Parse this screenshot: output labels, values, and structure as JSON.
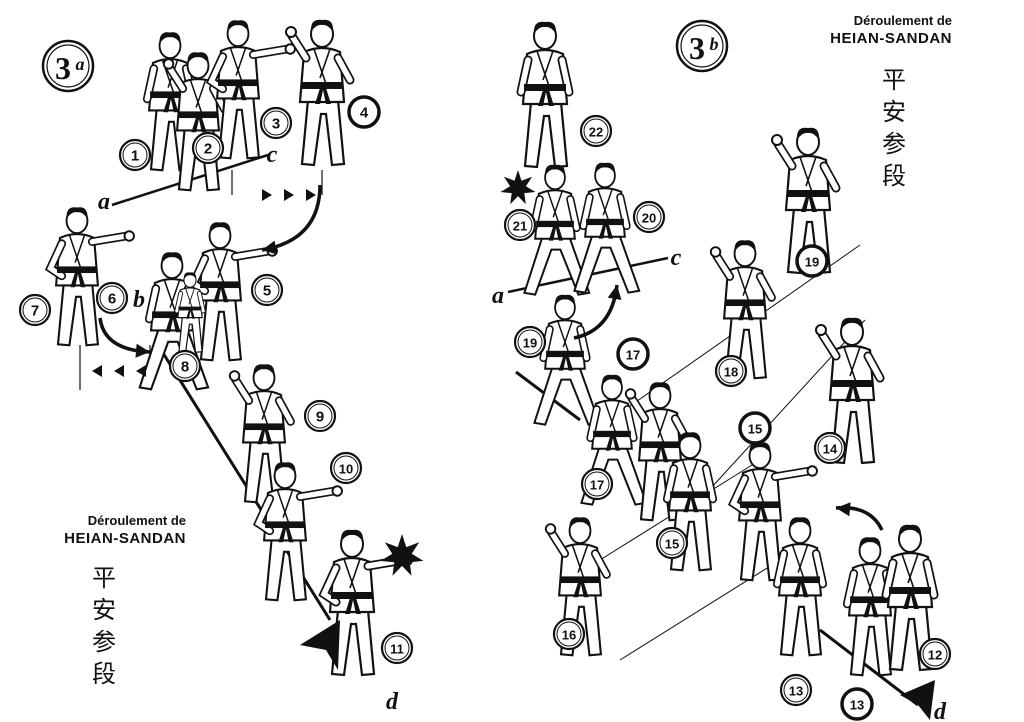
{
  "panels": [
    {
      "id": "3a",
      "badge_num": "3",
      "badge_letter": "a",
      "title_line1": "Déroulement de",
      "title_line2": "HEIAN-SANDAN",
      "kanji": [
        "平",
        "安",
        "参",
        "段"
      ],
      "step_numbers": [
        "1",
        "2",
        "3",
        "4",
        "5",
        "6",
        "7",
        "8",
        "9",
        "10",
        "11"
      ],
      "point_labels": [
        "a",
        "b",
        "c",
        "d"
      ]
    },
    {
      "id": "3b",
      "badge_num": "3",
      "badge_letter": "b",
      "title_line1": "Déroulement de",
      "title_line2": "HEIAN-SANDAN",
      "kanji": [
        "平",
        "安",
        "参",
        "段"
      ],
      "step_numbers": [
        "12",
        "13",
        "13",
        "14",
        "15",
        "15",
        "16",
        "17",
        "17",
        "18",
        "19",
        "19",
        "20",
        "21",
        "22"
      ],
      "point_labels": [
        "a",
        "c",
        "d"
      ]
    }
  ],
  "colors": {
    "ink": "#111111",
    "paper": "#ffffff",
    "belt": "#111111"
  },
  "icons": [
    "kiai-star-icon",
    "direction-arrow-icon",
    "step-arrow-icon"
  ]
}
